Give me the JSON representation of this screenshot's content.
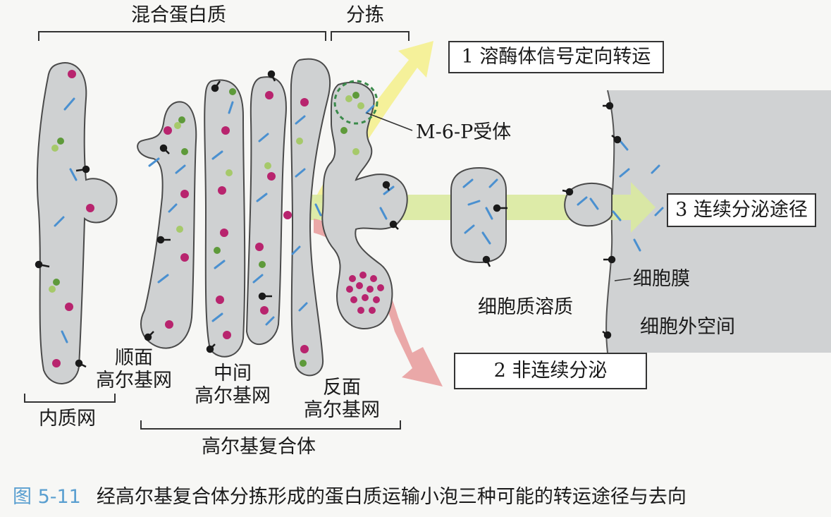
{
  "labels": {
    "mixed_proteins": "混合蛋白质",
    "sorting": "分拣",
    "er": "内质网",
    "cis_golgi": [
      "顺面",
      "高尔基网"
    ],
    "medial_golgi": [
      "中间",
      "高尔基网"
    ],
    "trans_golgi": [
      "反面",
      "高尔基网"
    ],
    "golgi_complex": "高尔基复合体",
    "m6p_receptor": "M-6-P受体",
    "cytosol": "细胞质溶质",
    "plasma_membrane": "细胞膜",
    "extracellular": "细胞外空间"
  },
  "pathways": {
    "p1": "1 溶酶体信号定向转运",
    "p2": "2 非连续分泌",
    "p3": "3 连续分泌途径"
  },
  "caption": {
    "number": "图 5-11",
    "text": "经高尔基复合体分拣形成的蛋白质运输小泡三种可能的转运途径与去向"
  },
  "colors": {
    "organelle_fill": "#cfd1d2",
    "organelle_stroke": "#4a4a4a",
    "protein_magenta": "#b8246e",
    "protein_blue": "#4a90d0",
    "protein_green": "#5e9a3a",
    "arrow_yellow": "#f5f08a",
    "arrow_green": "#d9e9a0",
    "arrow_red": "#e89a9a",
    "caption_number": "#5a9fd0"
  }
}
